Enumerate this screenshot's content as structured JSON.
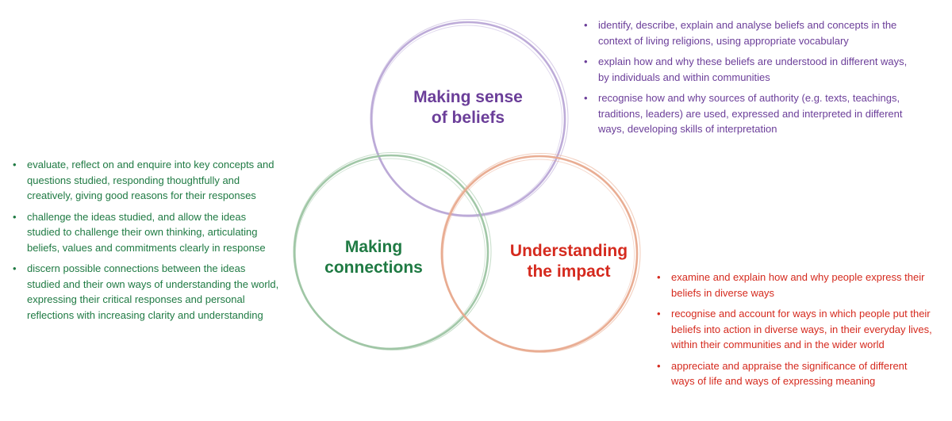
{
  "colors": {
    "beliefs": "#6b3e99",
    "beliefs_ring": "#b9a7d6",
    "connections": "#1f7a43",
    "connections_ring": "#9cc4a2",
    "impact": "#d52a1e",
    "impact_ring": "#e8a98d"
  },
  "bullet_glyph": "•",
  "circles": {
    "beliefs": {
      "title_lines": [
        "Making sense",
        "of beliefs"
      ]
    },
    "connections": {
      "title_lines": [
        "Making",
        "connections"
      ]
    },
    "impact": {
      "title_lines": [
        "Understanding",
        "the impact"
      ]
    }
  },
  "beliefs_points": [
    "identify, describe, explain and analyse beliefs and concepts in the context of living religions, using appropriate vocabulary",
    "explain how and why these beliefs are understood in different ways, by individuals and within communities",
    "recognise how and why sources of authority (e.g. texts, teachings, traditions, leaders) are used, expressed and interpreted in different ways, developing skills of interpretation"
  ],
  "connections_points": [
    "evaluate, reflect on and enquire into key concepts and questions studied, responding thoughtfully and creatively, giving good reasons for their responses",
    "challenge the ideas studied, and allow the ideas studied to challenge their own thinking, articulating beliefs, values and commitments clearly in response",
    "discern possible connections between the ideas studied and their own ways of understanding the world, expressing their critical responses and personal reflections with increasing clarity and understanding"
  ],
  "impact_points": [
    "examine and explain how and why people express their beliefs in diverse ways",
    "recognise and account for ways in which people put their beliefs into action in diverse ways, in their everyday lives, within their communities and in the wider world",
    "appreciate and appraise the significance of different ways of life and ways of expressing meaning"
  ]
}
